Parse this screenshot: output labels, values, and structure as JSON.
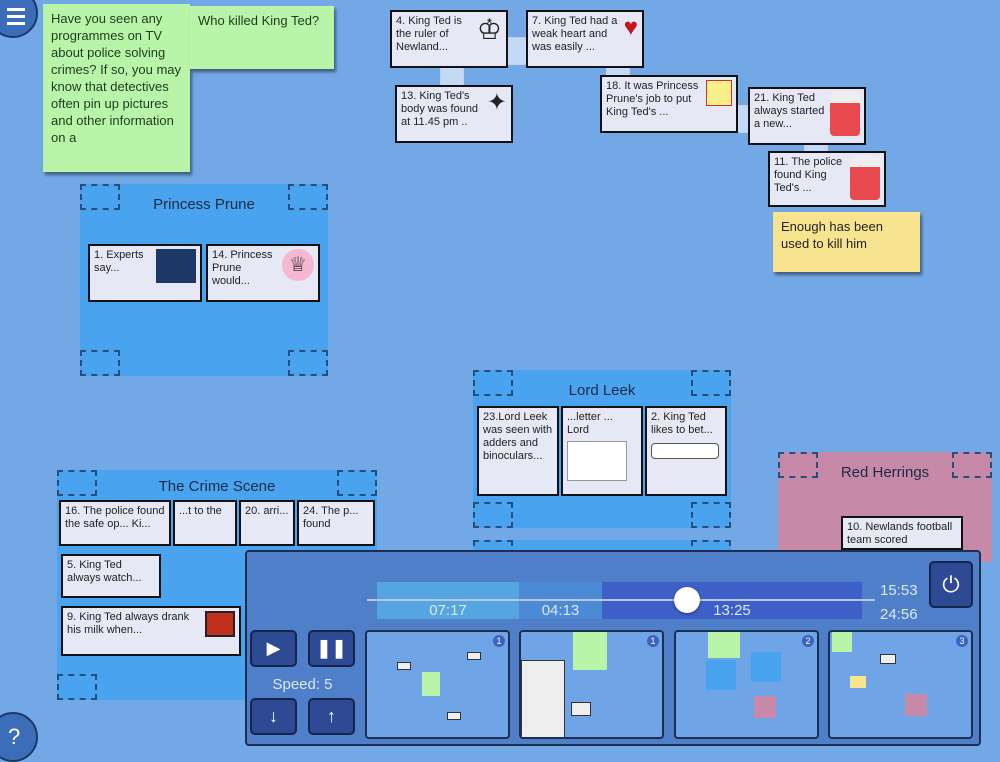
{
  "notes": {
    "intro": "Have you seen any programmes on TV about police solving crimes? If so, you may know that detectives often pin up pictures and other information on a",
    "title": "Who killed King Ted?",
    "enough": "Enough has been used to kill him"
  },
  "timeline_cards": [
    {
      "text": "4. King Ted is the ruler of Newland..."
    },
    {
      "text": "7. King Ted had a weak heart and was easily ..."
    },
    {
      "text": "13. King Ted's body was found at 11.45 pm .."
    },
    {
      "text": "18. It was Princess Prune's job to put King Ted's ..."
    },
    {
      "text": "21. King Ted always started a new..."
    },
    {
      "text": "11. The police found King Ted's ..."
    }
  ],
  "groups": {
    "princess_prune": {
      "title": "Princess Prune",
      "cards": [
        "14. Princess Prune would...",
        "1. Experts say..."
      ]
    },
    "lord_leek": {
      "title": "Lord Leek",
      "cards": [
        "23.Lord Leek was seen with adders and binoculars...",
        "...letter ... Lord",
        "2. King Ted likes to bet..."
      ]
    },
    "crime_scene": {
      "title": "The Crime Scene",
      "cards": [
        "16. The police found the safe op... Ki...",
        "...t to the",
        "5. King Ted always watch...",
        "20. arri...",
        "24. The p... found",
        "9. King Ted always drank his milk when..."
      ]
    },
    "red_herrings": {
      "title": "Red Herrings",
      "cards": [
        "10. Newlands football team scored"
      ]
    }
  },
  "playback": {
    "segments": [
      "07:17",
      "04:13",
      "13:25"
    ],
    "progress_fraction": 0.64,
    "current_time": "15:53",
    "total_time": "24:56",
    "speed_label": "Speed: 5",
    "thumbnails": [
      {
        "badge": "1"
      },
      {
        "badge": "1"
      },
      {
        "badge": "2"
      },
      {
        "badge": "3"
      }
    ]
  },
  "colors": {
    "background": "#72a8e6",
    "group": "#4aa3ef",
    "red_herrings": "#c68aa8",
    "note_green": "#b8f5a8",
    "note_yellow": "#f8e38e",
    "panel": "#4f7fc8"
  }
}
